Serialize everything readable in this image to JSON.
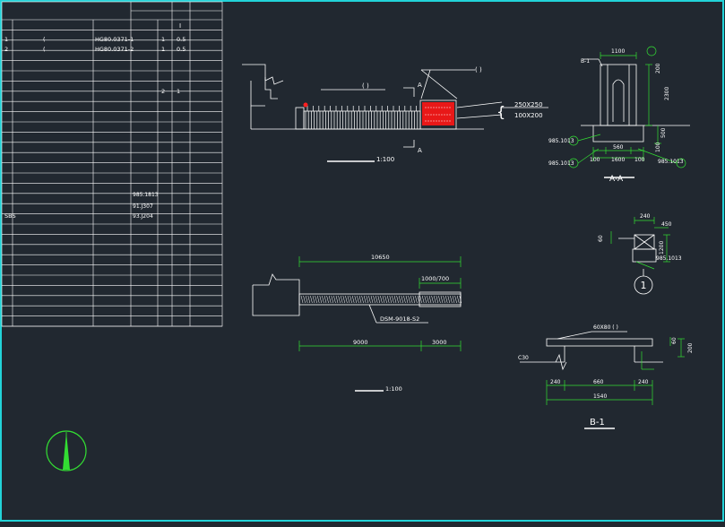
{
  "colors": {
    "background": "#212830",
    "frame": "#22d3d8",
    "line": "#ffffff",
    "dimension": "#33dd33",
    "accent": "#ff2020"
  },
  "table": {
    "header_mark": "I",
    "rows": [
      {
        "no": "1",
        "mark": "(",
        "code": "HG80.0371-1",
        "qty": "1",
        "val": "0.5"
      },
      {
        "no": "2",
        "mark": "(",
        "code": "HG80.0371-2",
        "qty": "1",
        "val": "0.5"
      },
      {
        "no": "",
        "mark": "",
        "code": "",
        "qty": "2",
        "val": "1"
      },
      {
        "no": "",
        "mark": "",
        "code": "",
        "qty": "",
        "val": "",
        "ref": "985.1813"
      },
      {
        "no": "",
        "mark": "",
        "code": "",
        "qty": "",
        "val": "",
        "ref": "91.J307"
      },
      {
        "no": "SBS",
        "mark": "",
        "code": "",
        "qty": "",
        "val": "",
        "ref": "93.J204"
      }
    ]
  },
  "elevation": {
    "section_mark": "A",
    "callout": "( )",
    "callout_right": "( )",
    "size_note_1": "250X250",
    "size_note_2": "100X200",
    "scale": "1:100"
  },
  "plan": {
    "dim_total": "10650",
    "dim_detail": "1000/700",
    "dim_left": "9000",
    "dim_right": "3000",
    "label": "DSM-9018-S2",
    "scale": "1:100"
  },
  "section_aa": {
    "b_mark": "B-1",
    "dim_top": "1100",
    "dim_h1": "2300",
    "dim_h2": "200",
    "dim_h3": "500",
    "dim_w1": "560",
    "dim_w2": "1600",
    "dim_side1": "100",
    "dim_side2": "100",
    "dim_v": "100",
    "ref_left_1": "985.1013",
    "ref_left_2": "985.1013",
    "ref_right": "985.1013",
    "title": "A-A"
  },
  "detail_1": {
    "dim_top": "240",
    "dim_side": "450",
    "dim_h": "1200",
    "dim_left": "60",
    "ref": "985.1013",
    "number": "1"
  },
  "section_b1": {
    "top_note": "60X80 ( )",
    "left_label": "C30",
    "dim_right": "200",
    "dim_small": "60",
    "dim_a": "240",
    "dim_b": "660",
    "dim_c": "240",
    "dim_total": "1540",
    "title": "B-1"
  }
}
